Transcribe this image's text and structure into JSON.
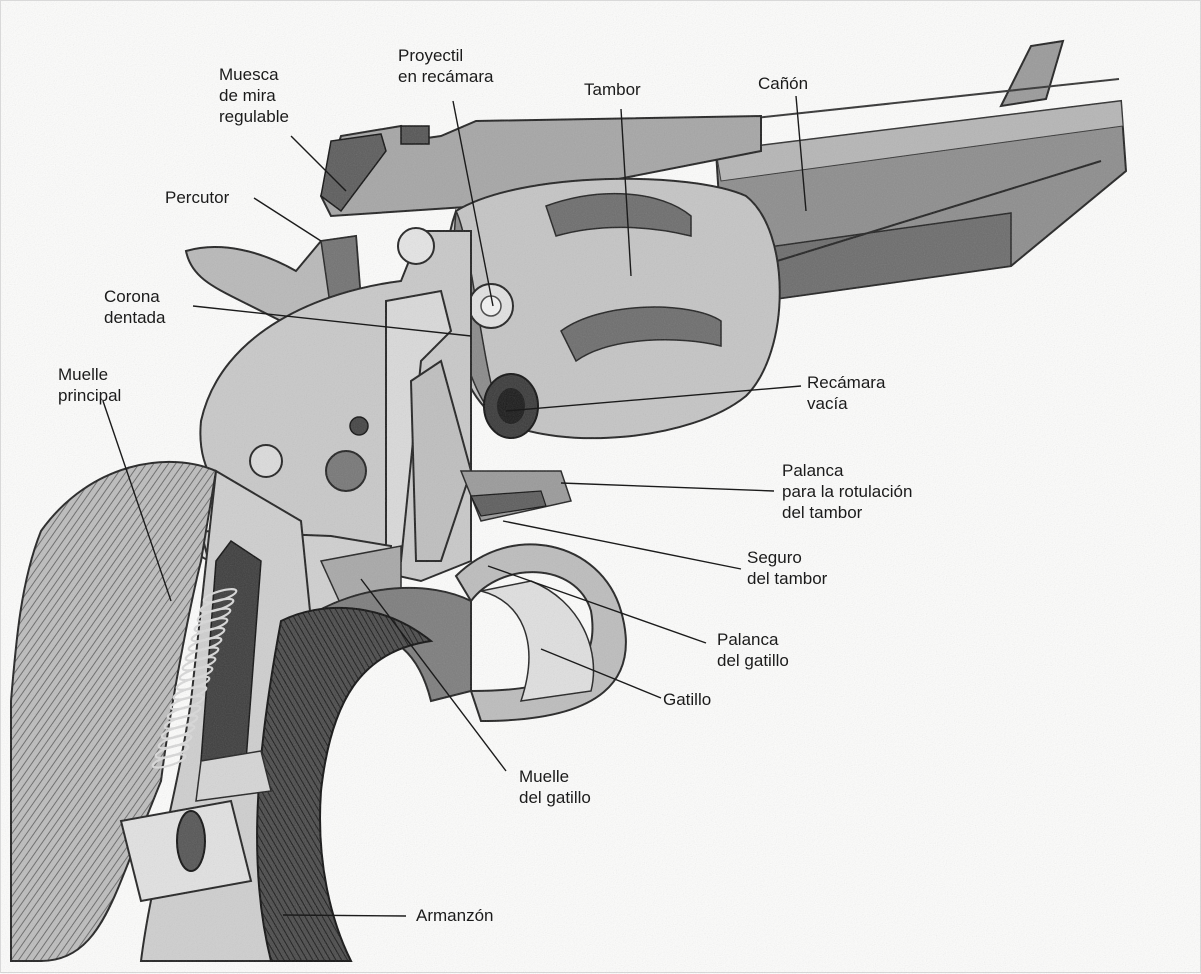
{
  "diagram": {
    "labels": {
      "muesca": "Muesca\nde mira\nregulable",
      "proyectil": "Proyectil\nen recámara",
      "tambor": "Tambor",
      "canon": "Cañón",
      "percutor": "Percutor",
      "corona": "Corona\ndentada",
      "muelle_principal": "Muelle\nprincipal",
      "recamara_vacia": "Recámara\nvacía",
      "palanca_rotulacion": "Palanca\npara la rotulación\ndel tambor",
      "seguro": "Seguro\ndel tambor",
      "palanca_gatillo": "Palanca\ndel gatillo",
      "gatillo": "Gatillo",
      "muelle_gatillo": "Muelle\ndel gatillo",
      "armazon": "Armanzón"
    }
  }
}
